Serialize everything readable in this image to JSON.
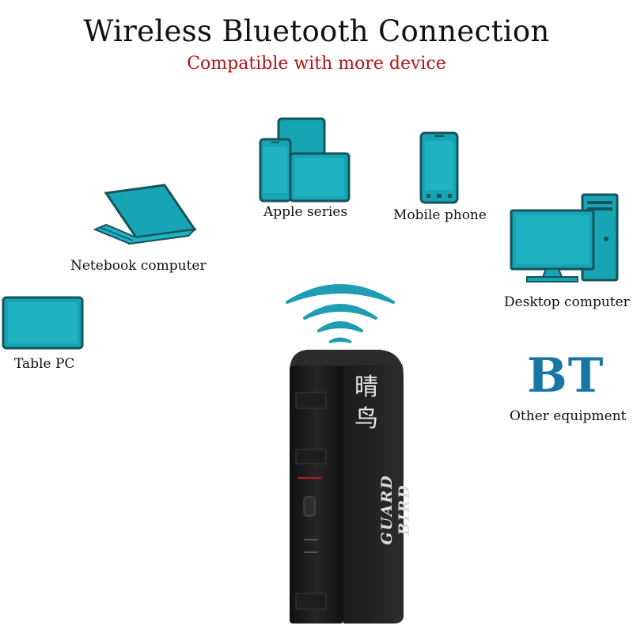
{
  "header": {
    "title": "Wireless Bluetooth Connection",
    "subtitle": "Compatible with more device"
  },
  "devices": {
    "apple": "Apple series",
    "mobile": "Mobile phone",
    "notebook": "Netebook computer",
    "desktop": "Desktop computer",
    "tablet": "Table PC",
    "other": "Other equipment"
  },
  "bt_text": "BT",
  "product": {
    "brand": "GUARD BIRD",
    "logo_chars": "晴 鸟"
  },
  "colors": {
    "device_fill": "#17a4b3",
    "device_stroke": "#16545d",
    "subtitle": "#b01616",
    "bt": "#1776a4",
    "device_body": "#151515"
  }
}
